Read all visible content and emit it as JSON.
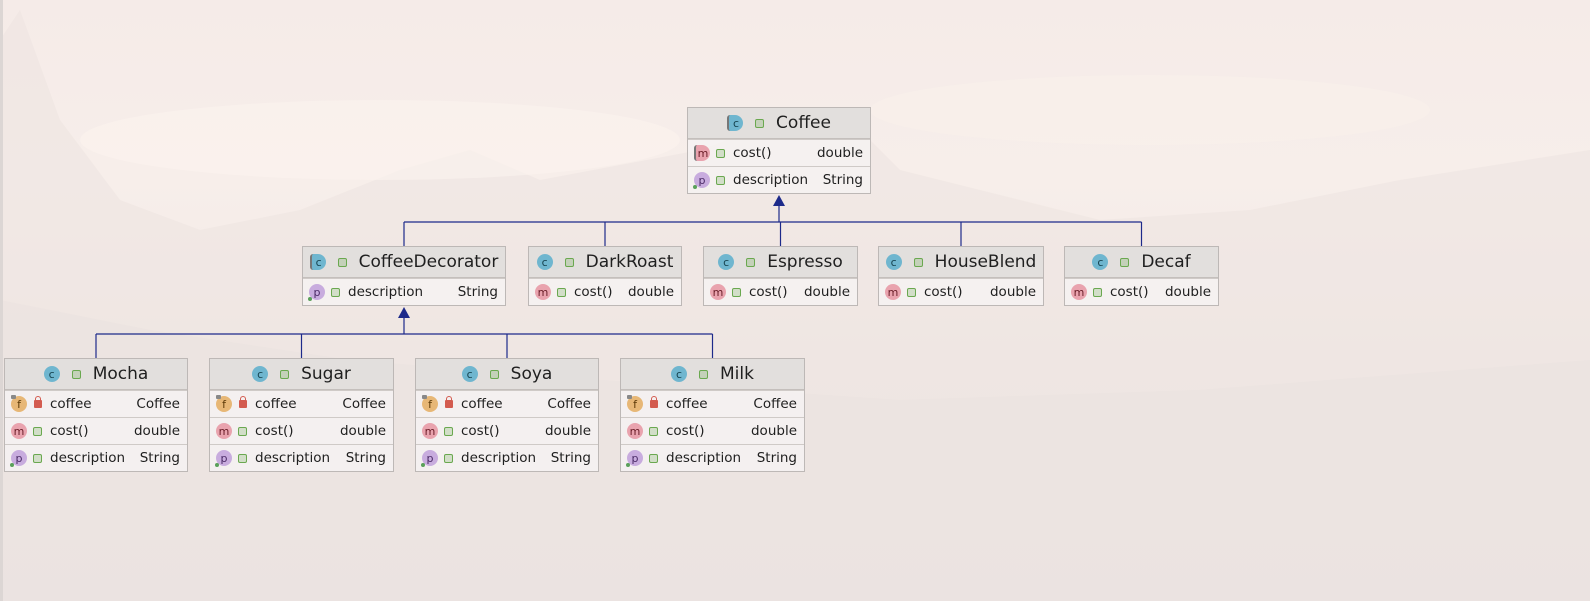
{
  "diagram": {
    "nodes": [
      {
        "id": "Coffee",
        "title": "Coffee",
        "badge": "ca",
        "members": [
          {
            "badge": "ma",
            "vis": "public",
            "name": "cost()",
            "type": "double"
          },
          {
            "badge": "p",
            "vis": "public",
            "name": "description",
            "type": "String"
          }
        ]
      },
      {
        "id": "CoffeeDecorator",
        "title": "CoffeeDecorator",
        "badge": "ca",
        "members": [
          {
            "badge": "p",
            "vis": "public",
            "name": "description",
            "type": "String"
          }
        ]
      },
      {
        "id": "DarkRoast",
        "title": "DarkRoast",
        "badge": "c",
        "members": [
          {
            "badge": "m",
            "vis": "public",
            "name": "cost()",
            "type": "double"
          }
        ]
      },
      {
        "id": "Espresso",
        "title": "Espresso",
        "badge": "c",
        "members": [
          {
            "badge": "m",
            "vis": "public",
            "name": "cost()",
            "type": "double"
          }
        ]
      },
      {
        "id": "HouseBlend",
        "title": "HouseBlend",
        "badge": "c",
        "members": [
          {
            "badge": "m",
            "vis": "public",
            "name": "cost()",
            "type": "double"
          }
        ]
      },
      {
        "id": "Decaf",
        "title": "Decaf",
        "badge": "c",
        "members": [
          {
            "badge": "m",
            "vis": "public",
            "name": "cost()",
            "type": "double"
          }
        ]
      },
      {
        "id": "Mocha",
        "title": "Mocha",
        "badge": "c",
        "members": [
          {
            "badge": "f",
            "vis": "private",
            "name": "coffee",
            "type": "Coffee"
          },
          {
            "badge": "m",
            "vis": "public",
            "name": "cost()",
            "type": "double"
          },
          {
            "badge": "p",
            "vis": "public",
            "name": "description",
            "type": "String"
          }
        ]
      },
      {
        "id": "Sugar",
        "title": "Sugar",
        "badge": "c",
        "members": [
          {
            "badge": "f",
            "vis": "private",
            "name": "coffee",
            "type": "Coffee"
          },
          {
            "badge": "m",
            "vis": "public",
            "name": "cost()",
            "type": "double"
          },
          {
            "badge": "p",
            "vis": "public",
            "name": "description",
            "type": "String"
          }
        ]
      },
      {
        "id": "Soya",
        "title": "Soya",
        "badge": "c",
        "members": [
          {
            "badge": "f",
            "vis": "private",
            "name": "coffee",
            "type": "Coffee"
          },
          {
            "badge": "m",
            "vis": "public",
            "name": "cost()",
            "type": "double"
          },
          {
            "badge": "p",
            "vis": "public",
            "name": "description",
            "type": "String"
          }
        ]
      },
      {
        "id": "Milk",
        "title": "Milk",
        "badge": "c",
        "members": [
          {
            "badge": "f",
            "vis": "private",
            "name": "coffee",
            "type": "Coffee"
          },
          {
            "badge": "m",
            "vis": "public",
            "name": "cost()",
            "type": "double"
          },
          {
            "badge": "p",
            "vis": "public",
            "name": "description",
            "type": "String"
          }
        ]
      }
    ],
    "edges": [
      {
        "from": "CoffeeDecorator",
        "to": "Coffee",
        "kind": "extends"
      },
      {
        "from": "DarkRoast",
        "to": "Coffee",
        "kind": "extends"
      },
      {
        "from": "Espresso",
        "to": "Coffee",
        "kind": "extends"
      },
      {
        "from": "HouseBlend",
        "to": "Coffee",
        "kind": "extends"
      },
      {
        "from": "Decaf",
        "to": "Coffee",
        "kind": "extends"
      },
      {
        "from": "Mocha",
        "to": "CoffeeDecorator",
        "kind": "extends"
      },
      {
        "from": "Sugar",
        "to": "CoffeeDecorator",
        "kind": "extends"
      },
      {
        "from": "Soya",
        "to": "CoffeeDecorator",
        "kind": "extends"
      },
      {
        "from": "Milk",
        "to": "CoffeeDecorator",
        "kind": "extends"
      }
    ],
    "edge_color": "#1d2a8a",
    "badge_letters": {
      "c": "c",
      "ca": "c",
      "m": "m",
      "ma": "m",
      "f": "f",
      "p": "p"
    }
  }
}
